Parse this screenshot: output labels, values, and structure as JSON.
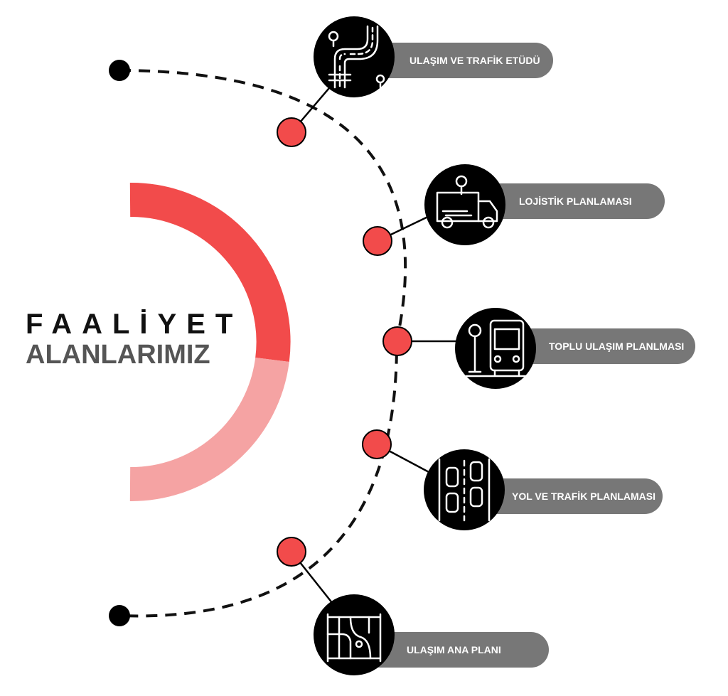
{
  "title": {
    "line1": "FAALİYET",
    "line2": "ALANLARIMIZ"
  },
  "colors": {
    "accent": "#F24B4B",
    "accent_light": "#F5A3A3",
    "pill": "#777777",
    "dark": "#000000"
  },
  "items": [
    {
      "label": "ULAŞIM VE TRAFİK ETÜDÜ",
      "icon": "road-map-icon"
    },
    {
      "label": "LOJİSTİK PLANLAMASI",
      "icon": "delivery-truck-icon"
    },
    {
      "label": "TOPLU ULAŞIM PLANLMASI",
      "icon": "bus-stop-icon"
    },
    {
      "label": "YOL VE TRAFİK PLANLAMASI",
      "icon": "road-cars-icon"
    },
    {
      "label": "ULAŞIM ANA PLANI",
      "icon": "city-grid-map-icon"
    }
  ]
}
